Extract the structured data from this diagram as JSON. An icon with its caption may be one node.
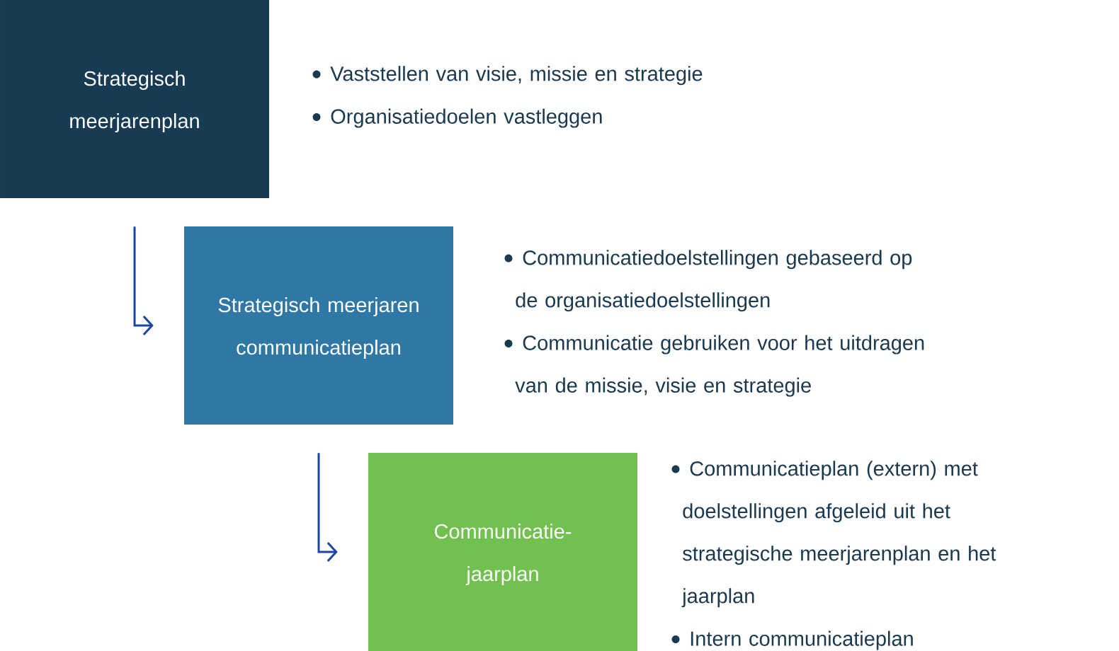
{
  "diagram": {
    "nodes": [
      {
        "text": [
          "Strategisch meerjarenplan"
        ],
        "beside": [
          "Vaststellen van visie, missie en strategie",
          "Organisatiedoelen vastleggen"
        ]
      },
      {
        "text": [
          "Strategisch meerjaren communicatieplan"
        ],
        "beside": [
          "Communicatiedoelstellingen gebaseerd op de organisatiedoelstellingen",
          "Communicatie gebruiken voor het uitdragen van de missie, visie en strategie"
        ]
      },
      {
        "text": [
          "Communicatie-jaarplan"
        ],
        "beside": [
          "Communicatieplan (extern) met doelstellingen afgeleid uit het strategische meerjarenplan en het jaarplan",
          "Intern communicatieplan"
        ]
      }
    ],
    "edges": [
      {
        "from": 0,
        "to": 1,
        "arrow": "to"
      },
      {
        "from": 1,
        "to": 2,
        "arrow": "to"
      }
    ]
  }
}
